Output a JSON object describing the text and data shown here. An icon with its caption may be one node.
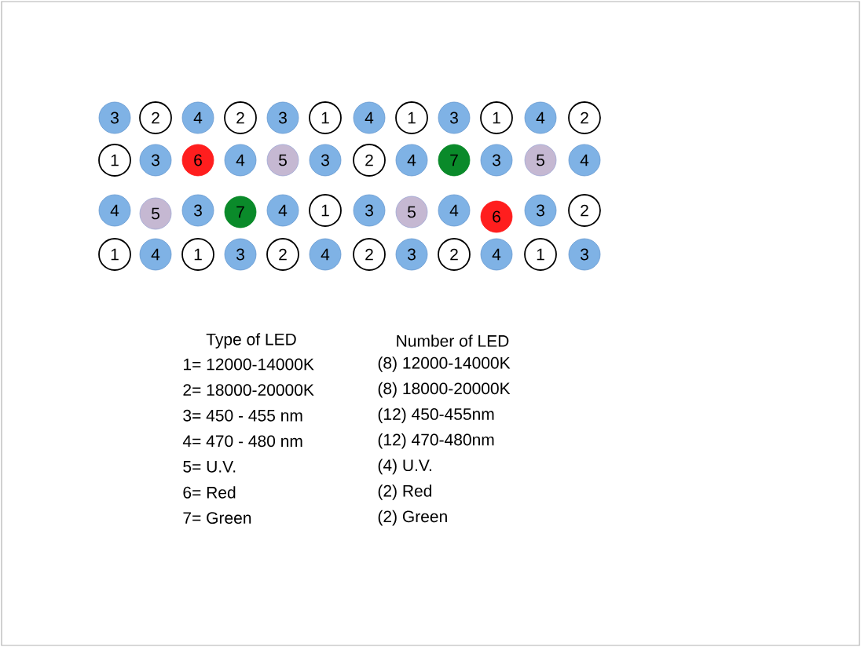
{
  "diagram": {
    "nodes": [
      {
        "text": [
          "3"
        ]
      },
      {
        "text": [
          "2"
        ]
      },
      {
        "text": [
          "4"
        ]
      },
      {
        "text": [
          "2"
        ]
      },
      {
        "text": [
          "3"
        ]
      },
      {
        "text": [
          "1"
        ]
      },
      {
        "text": [
          "4"
        ]
      },
      {
        "text": [
          "1"
        ]
      },
      {
        "text": [
          "3"
        ]
      },
      {
        "text": [
          "1"
        ]
      },
      {
        "text": [
          "4"
        ]
      },
      {
        "text": [
          "2"
        ]
      },
      {
        "text": [
          "1"
        ]
      },
      {
        "text": [
          "3"
        ]
      },
      {
        "text": [
          "6"
        ]
      },
      {
        "text": [
          "4"
        ]
      },
      {
        "text": [
          "5"
        ]
      },
      {
        "text": [
          "3"
        ]
      },
      {
        "text": [
          "2"
        ]
      },
      {
        "text": [
          "4"
        ]
      },
      {
        "text": [
          "7"
        ]
      },
      {
        "text": [
          "3"
        ]
      },
      {
        "text": [
          "5"
        ]
      },
      {
        "text": [
          "4"
        ]
      },
      {
        "text": [
          "4"
        ]
      },
      {
        "text": [
          "5"
        ]
      },
      {
        "text": [
          "3"
        ]
      },
      {
        "text": [
          "7"
        ]
      },
      {
        "text": [
          "4"
        ]
      },
      {
        "text": [
          "1"
        ]
      },
      {
        "text": [
          "3"
        ]
      },
      {
        "text": [
          "5"
        ]
      },
      {
        "text": [
          "4"
        ]
      },
      {
        "text": [
          "6"
        ]
      },
      {
        "text": [
          "3"
        ]
      },
      {
        "text": [
          "2"
        ]
      },
      {
        "text": [
          "1"
        ]
      },
      {
        "text": [
          "4"
        ]
      },
      {
        "text": [
          "1"
        ]
      },
      {
        "text": [
          "3"
        ]
      },
      {
        "text": [
          "2"
        ]
      },
      {
        "text": [
          "4"
        ]
      },
      {
        "text": [
          "2"
        ]
      },
      {
        "text": [
          "3"
        ]
      },
      {
        "text": [
          "2"
        ]
      },
      {
        "text": [
          "4"
        ]
      },
      {
        "text": [
          "1"
        ]
      },
      {
        "text": [
          "3"
        ]
      }
    ],
    "labels": [
      "Type of LED",
      "Number of LED",
      "1= 12000-14000K",
      "(8) 12000-14000K",
      "2= 18000-20000K",
      "(8) 18000-20000K",
      "3= 450 - 455 nm",
      "(12) 450-455nm",
      "4= 470 - 480 nm",
      "(12) 470-480nm",
      "5= U.V.",
      "(4) U.V.",
      "6= Red",
      "(2) Red",
      "7= Green",
      "(2) Green"
    ]
  }
}
